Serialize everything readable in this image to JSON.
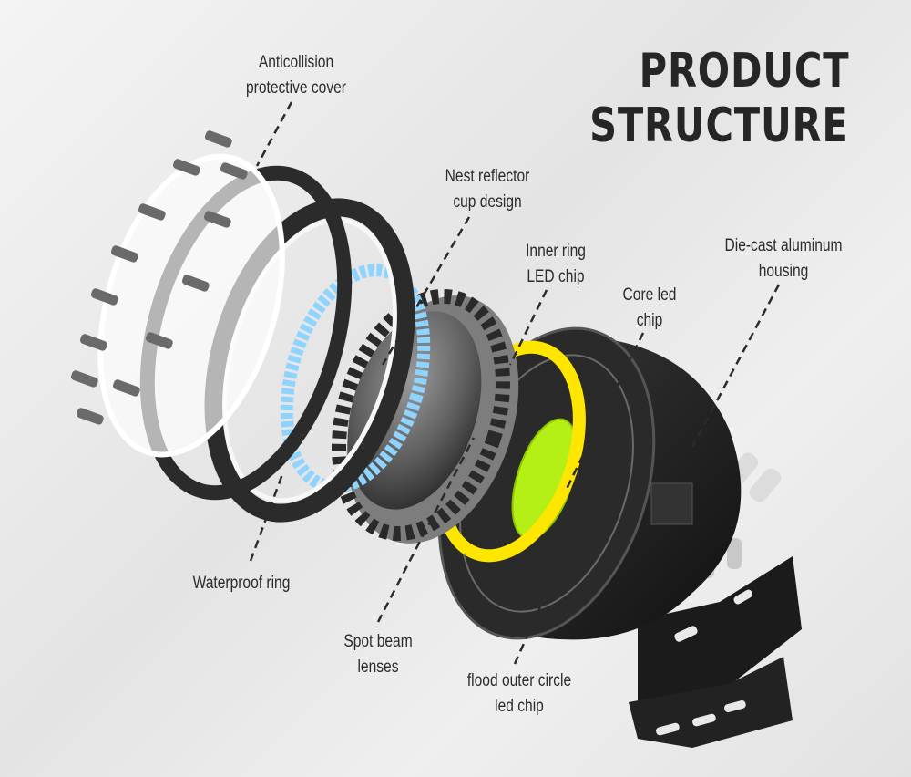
{
  "title": {
    "line1": "PRODUCT",
    "line2": "STRUCTURE"
  },
  "labels": {
    "anticollision": "Anticollision\nprotective cover",
    "nest_reflector": "Nest reflector\ncup design",
    "inner_ring": "Inner ring\nLED chip",
    "core_led": "Core led\nchip",
    "housing": "Die-cast aluminum\nhousing",
    "waterproof": "Waterproof ring",
    "spot_beam": "Spot beam\nlenses",
    "flood": "flood outer circle\nled  chip"
  },
  "colors": {
    "led_yellow": "#ffe600",
    "core_green": "#b4f016",
    "reflector_blue": "#8fd3ff",
    "housing_dark": "#1e1e1e"
  }
}
